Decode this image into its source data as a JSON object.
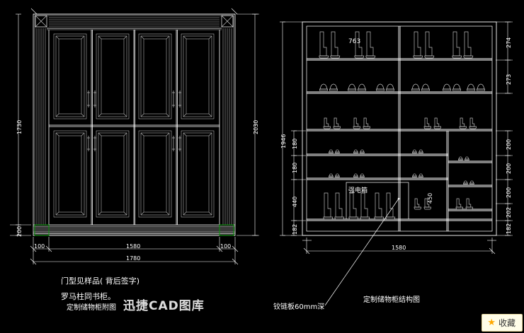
{
  "app": {
    "background_color": "#000000",
    "line_color": "#ffffff",
    "accent_green": "#00a000",
    "watermark": "迅捷CAD图库"
  },
  "left_view": {
    "title_line1": "门型见样品( 背后签字)",
    "title_line2": "罗马柱同书柜。",
    "title_line3": "定制储物柜附图",
    "dimensions": {
      "left_height": "1730",
      "left_base": "200",
      "right_total_height": "2030",
      "bottom_left_side": "100",
      "bottom_center": "1580",
      "bottom_right_side": "100",
      "bottom_total": "1780"
    },
    "door_count": 4,
    "panel_rows": 2
  },
  "right_view": {
    "title": "定制储物柜结构图",
    "callout": "铰链板60mm深",
    "inner_labels": {
      "top_shelf_width": "763",
      "electrical_box": "强电箱",
      "box_height": "450"
    },
    "dimensions_left": {
      "total_height": "1946",
      "seg_1": "180",
      "seg_2": "180",
      "seg_3": "440",
      "seg_4": "182"
    },
    "dimensions_right": {
      "seg_1": "274",
      "seg_2": "273",
      "seg_3": "200",
      "seg_4": "200",
      "seg_5": "200",
      "seg_6": "202",
      "seg_7": "182"
    },
    "bottom_width": "1580"
  },
  "toolbar": {
    "favorite_label": "收藏",
    "favorite_icon": "star-icon"
  }
}
